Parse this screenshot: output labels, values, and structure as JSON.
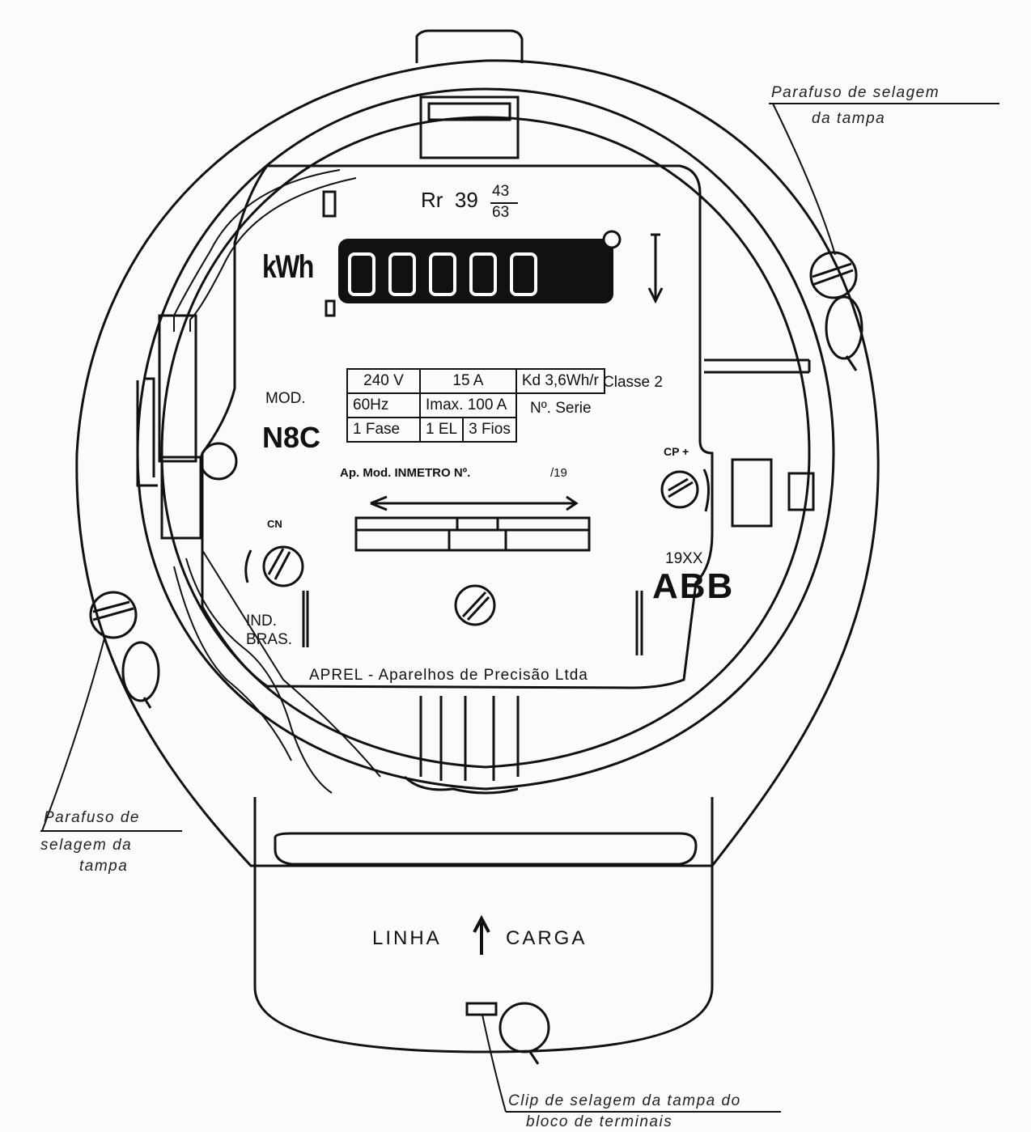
{
  "callouts": {
    "cover_seal_screw_top": [
      "Parafuso de selagem",
      "da tampa"
    ],
    "cover_seal_screw_left": [
      "Parafuso de",
      "selagem da",
      "tampa"
    ],
    "terminal_seal_clip": [
      "Clip de selagem da tampa do",
      "bloco de terminais"
    ]
  },
  "nameplate": {
    "ratio_prefix": "Rr",
    "ratio_whole": "39",
    "ratio_numerator": "43",
    "ratio_denominator": "63",
    "unit": "kWh",
    "register_digits": 5,
    "model_label": "MOD.",
    "model": "N8C",
    "spec_rows": [
      [
        "240 V",
        "15  A",
        "Kd 3,6Wh/r"
      ],
      [
        "60Hz",
        "Imax.  100 A"
      ],
      [
        "1 Fase",
        "1  EL",
        "3 Fios"
      ]
    ],
    "class": "Classe 2",
    "serial_label": "Nº. Serie",
    "approval": "Ap. Mod.  INMETRO  Nº.",
    "approval_suffix": "/19",
    "cp_label": "CP +",
    "cn_label": "CN",
    "ind_bras": [
      "IND.",
      "BRAS."
    ],
    "year": "19XX",
    "brand": "ABB",
    "manufacturer": "APREL - Aparelhos de Precisão Ltda"
  },
  "terminal_block": {
    "line": "LINHA",
    "load": "CARGA"
  },
  "colors": {
    "ink": "#111111",
    "paper": "#fbfbfb"
  }
}
